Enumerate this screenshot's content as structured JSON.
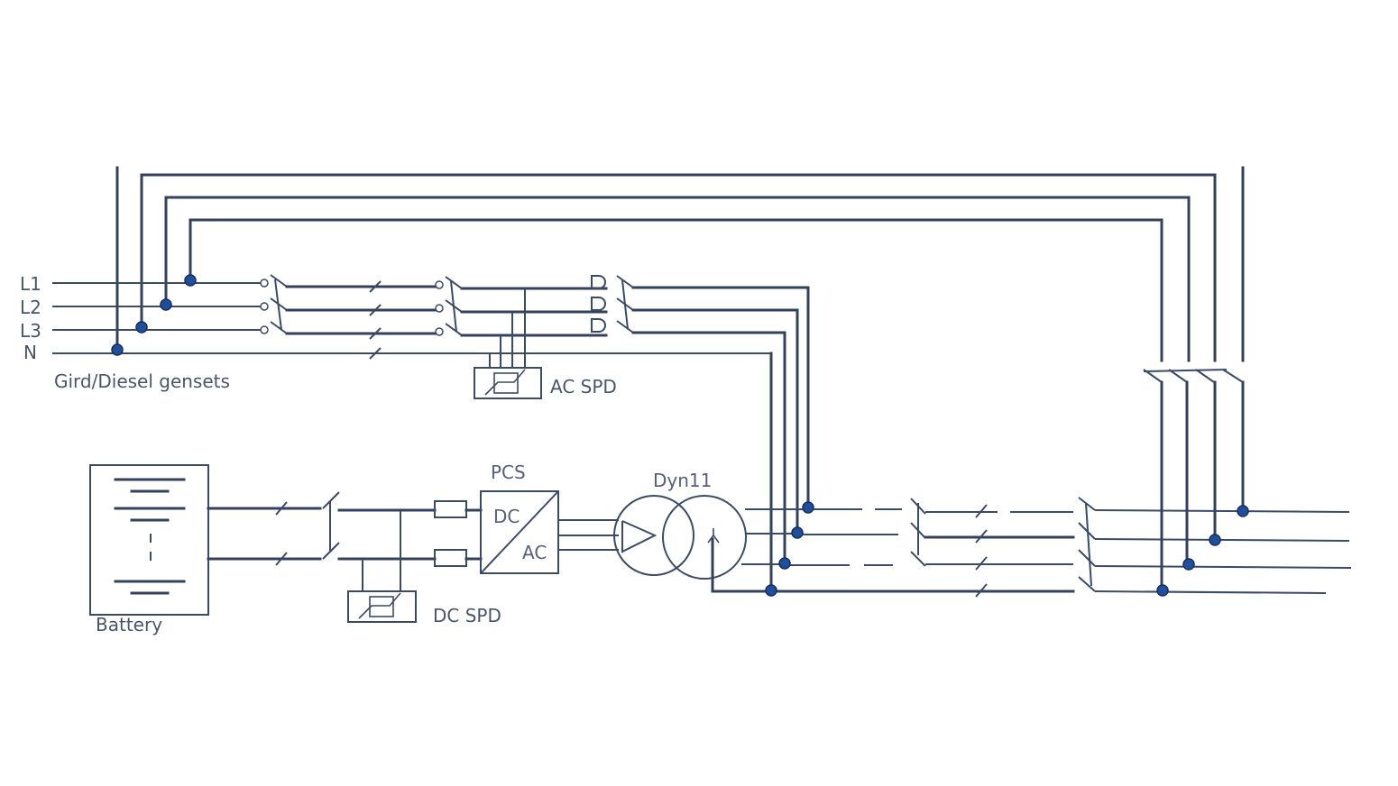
{
  "labels": {
    "l1": "L1",
    "l2": "L2",
    "l3": "L3",
    "n": "N",
    "grid": "Gird/Diesel gensets",
    "ac_spd": "AC SPD",
    "pcs": "PCS",
    "dc": "DC",
    "ac": "AC",
    "transformer": "Dyn11",
    "dc_spd": "DC SPD",
    "battery": "Battery"
  },
  "colors": {
    "wire": "#33415c",
    "junction": "#1f4e9c",
    "text": "#4a5568"
  },
  "icons": [
    "breaker-symbol",
    "surge-arrester-symbol",
    "transformer-symbol",
    "converter-symbol",
    "battery-symbol",
    "fuse-symbol"
  ]
}
